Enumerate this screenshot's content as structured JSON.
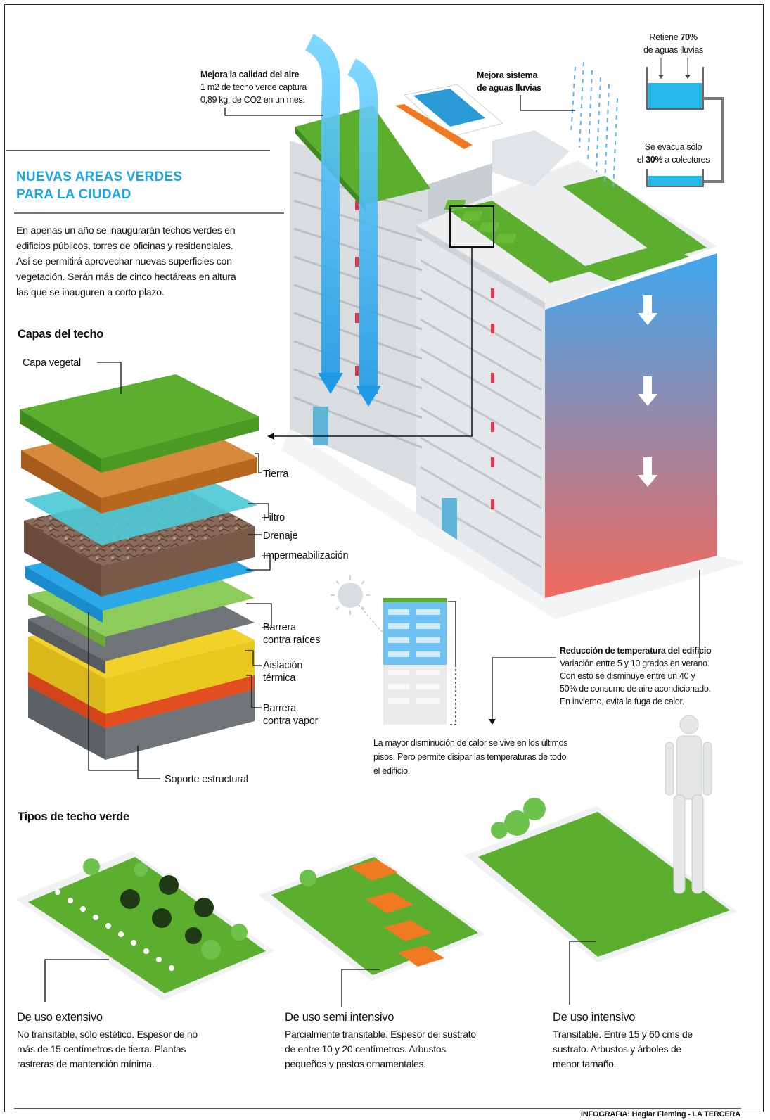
{
  "header": {
    "title_line1": "NUEVAS AREAS VERDES",
    "title_line2": "PARA LA CIUDAD",
    "intro": [
      "En apenas un año se inaugurarán techos verdes en",
      "edificios públicos, torres de oficinas y residenciales.",
      "Así se permitirá aprovechar nuevas superficies con",
      "vegetación. Serán más de cinco hectáreas en altura",
      "las que se inauguren a corto plazo."
    ]
  },
  "air_callout": {
    "title": "Mejora la calidad del aire",
    "line1": "1 m2 de techo verde captura",
    "line2": "0,89 kg. de CO2 en un mes."
  },
  "rain_callout": {
    "line1": "Mejora sistema",
    "line2": "de aguas lluvias"
  },
  "retention": {
    "retiene": "Retiene",
    "retiene_pct": "70%",
    "retiene_rest": "de aguas lluvias",
    "evacua_line1": "Se evacua sólo",
    "evacua_pre": "el",
    "evacua_pct": "30%",
    "evacua_rest": "a colectores"
  },
  "layers": {
    "heading": "Capas del techo",
    "items": {
      "vegetal": "Capa vegetal",
      "tierra": "Tierra",
      "filtro": "Filtro",
      "drenaje": "Drenaje",
      "impermeabilizacion": "Impermeabilización",
      "barrera_raices_1": "Barrera",
      "barrera_raices_2": "contra raíces",
      "aislacion_1": "Aislación",
      "aislacion_2": "térmica",
      "barrera_vapor_1": "Barrera",
      "barrera_vapor_2": "contra vapor",
      "soporte": "Soporte estructural"
    }
  },
  "temperature": {
    "title": "Reducción de temperatura del edificio",
    "lines": [
      "Variación entre 5 y 10 grados en verano.",
      "Con esto se disminuye entre un 40 y",
      "50% de consumo de aire acondicionado.",
      "En invierno, evita la fuga de calor."
    ]
  },
  "heat_note": {
    "lines": [
      "La mayor disminución de calor se vive en los últimos",
      "pisos. Pero permite disipar las temperaturas de todo",
      "el edificio."
    ]
  },
  "types": {
    "heading": "Tipos de techo verde",
    "items": [
      {
        "title": "De uso extensivo",
        "lines": [
          "No transitable, sólo estético. Espesor de no",
          "más de 15 centímetros de tierra. Plantas",
          "rastreras de mantención mínima."
        ]
      },
      {
        "title": "De uso semi intensivo",
        "lines": [
          "Parcialmente transitable. Espesor del sustrato",
          "de entre 10 y 20 centímetros. Arbustos",
          "pequeños y pastos ornamentales."
        ]
      },
      {
        "title": "De uso intensivo",
        "lines": [
          "Transitable. Entre 15 y 60 cms de",
          "sustrato. Arbustos y árboles de",
          "menor tamaño."
        ]
      }
    ]
  },
  "credit": {
    "prefix": "INFOGRAFIA: Heglar Fleming - ",
    "brand": "LA TERCERA"
  },
  "colors": {
    "accent_blue": "#1fa8e0",
    "grass": "#5cae2e",
    "soil": "#c9762c",
    "filter": "#4ec9d6",
    "waterproof": "#2aa8e8",
    "root_barrier": "#8ccc5a",
    "insulation": "#f2d22a",
    "vapor": "#f2582a",
    "support": "#6e7478",
    "heat_top": "#3fa7f0",
    "heat_bottom": "#f26a5e"
  }
}
